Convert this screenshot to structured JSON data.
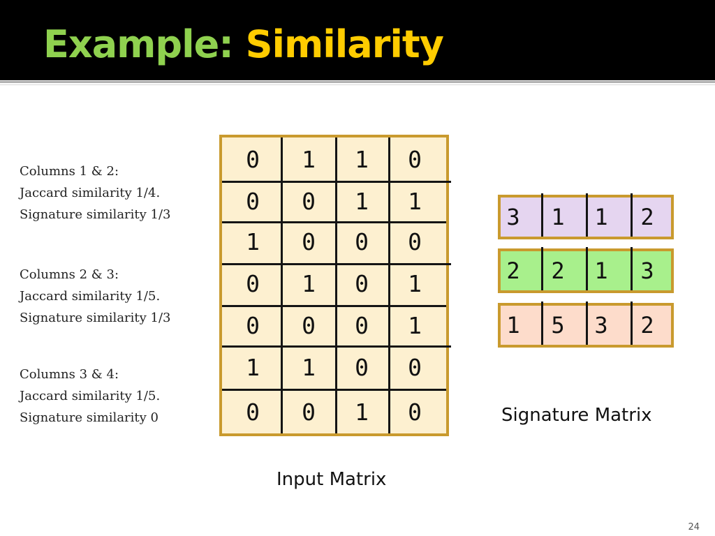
{
  "title": {
    "part1": "Example: ",
    "part2": "Similarity"
  },
  "notes": [
    {
      "lines": [
        "Columns 1 & 2:",
        "Jaccard similarity 1/4.",
        "Signature similarity 1/3"
      ]
    },
    {
      "lines": [
        "Columns 2 & 3:",
        "Jaccard similarity 1/5.",
        "Signature similarity 1/3"
      ]
    },
    {
      "lines": [
        "Columns 3 & 4:",
        "Jaccard similarity 1/5.",
        "Signature similarity 0"
      ]
    }
  ],
  "input_matrix": {
    "label": "Input Matrix",
    "rows": [
      [
        "0",
        "1",
        "1",
        "0"
      ],
      [
        "0",
        "0",
        "1",
        "1"
      ],
      [
        "1",
        "0",
        "0",
        "0"
      ],
      [
        "0",
        "1",
        "0",
        "1"
      ],
      [
        "0",
        "0",
        "0",
        "1"
      ],
      [
        "1",
        "1",
        "0",
        "0"
      ],
      [
        "0",
        "0",
        "1",
        "0"
      ]
    ]
  },
  "signature_matrix": {
    "label": "Signature Matrix",
    "rows": [
      {
        "values": [
          "3",
          "1",
          "1",
          "2"
        ],
        "color": "#e5d5f0"
      },
      {
        "values": [
          "2",
          "2",
          "1",
          "3"
        ],
        "color": "#a8f08c"
      },
      {
        "values": [
          "1",
          "5",
          "3",
          "2"
        ],
        "color": "#fddccb"
      }
    ]
  },
  "page_number": "24"
}
